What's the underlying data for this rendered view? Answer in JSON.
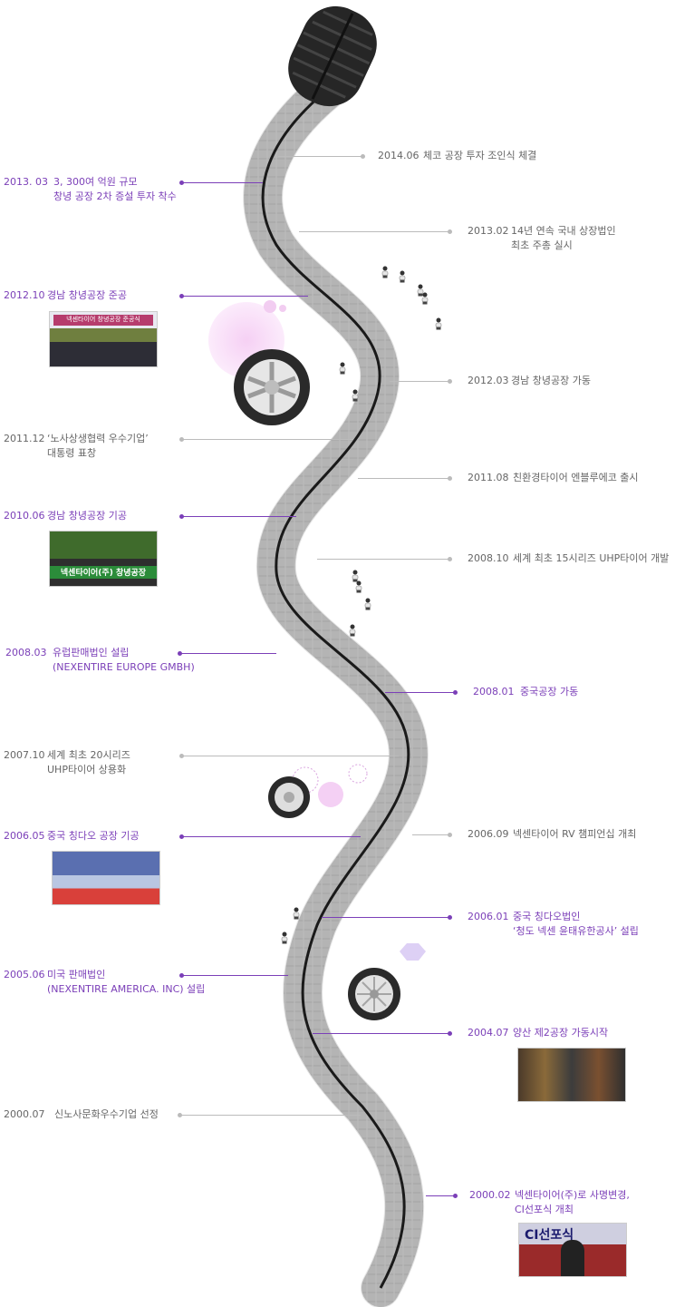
{
  "colors": {
    "accent": "#7b3fb8",
    "muted": "#888888",
    "road": "#b7b7b7",
    "road_center": "#1a1a1a"
  },
  "events": [
    {
      "year": "2014.06",
      "text": [
        "체코 공장 투자 조인식 체결"
      ],
      "side": "right",
      "hl": false
    },
    {
      "year": "2013. 03",
      "text": [
        "3, 300여 억원 규모",
        "창녕 공장 2차 증설 투자 착수"
      ],
      "side": "left",
      "hl": true
    },
    {
      "year": "2013.02",
      "text": [
        "14년 연속 국내 상장법인",
        "최초 주총 실시"
      ],
      "side": "right",
      "hl": false
    },
    {
      "year": "2012.10",
      "text": [
        "경남 창녕공장 준공"
      ],
      "side": "left",
      "hl": true
    },
    {
      "year": "2012.03",
      "text": [
        "경남 창녕공장 가동"
      ],
      "side": "right",
      "hl": false
    },
    {
      "year": "2011.12",
      "text": [
        "‘노사상생협력 우수기업’",
        "대통령 표창"
      ],
      "side": "left",
      "hl": false
    },
    {
      "year": "2011.08",
      "text": [
        "친환경타이어 엔블루에코 출시"
      ],
      "side": "right",
      "hl": false
    },
    {
      "year": "2010.06",
      "text": [
        "경남 창녕공장 기공"
      ],
      "side": "left",
      "hl": true
    },
    {
      "year": "2008.10",
      "text": [
        "세계 최초 15시리즈 UHP타이어 개발"
      ],
      "side": "right",
      "hl": false
    },
    {
      "year": "2008.03",
      "text": [
        "유럽판매법인 설립",
        "(NEXENTIRE EUROPE GMBH)"
      ],
      "side": "left",
      "hl": true
    },
    {
      "year": "2008.01",
      "text": [
        "중국공장 가동"
      ],
      "side": "right",
      "hl": true
    },
    {
      "year": "2007.10",
      "text": [
        "세계 최초 20시리즈",
        "UHP타이어 상용화"
      ],
      "side": "left",
      "hl": false
    },
    {
      "year": "2006.09",
      "text": [
        "넥센타이어 RV 챔피언십 개최"
      ],
      "side": "right",
      "hl": false
    },
    {
      "year": "2006.05",
      "text": [
        "중국 칭다오 공장 기공"
      ],
      "side": "left",
      "hl": true
    },
    {
      "year": "2006.01",
      "text": [
        "중국 칭다오법인",
        "‘청도 넥센 윤태유한공사’ 설립"
      ],
      "side": "right",
      "hl": true
    },
    {
      "year": "2005.06",
      "text": [
        "미국 판매법인",
        "(NEXENTIRE AMERICA. INC) 설립"
      ],
      "side": "left",
      "hl": true
    },
    {
      "year": "2004.07",
      "text": [
        "양산 제2공장 가동시작"
      ],
      "side": "right",
      "hl": true
    },
    {
      "year": "2000.07",
      "text": [
        "신노사문화우수기업 선정"
      ],
      "side": "left",
      "hl": false
    },
    {
      "year": "2000.02",
      "text": [
        "넥센타이어(주)로 사명변경,",
        "CI선포식 개최"
      ],
      "side": "right",
      "hl": true
    }
  ],
  "photos": {
    "p2012": "넥센타이어 창녕공장 준공식",
    "p2010": "넥센타이어(주) 창녕공장",
    "p2000": "CI선포식"
  }
}
